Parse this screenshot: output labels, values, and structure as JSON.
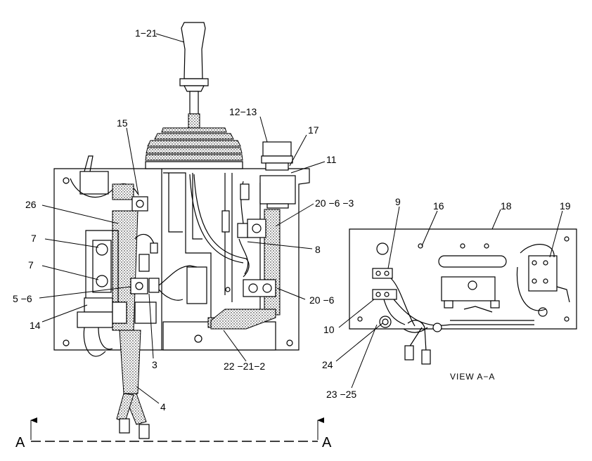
{
  "callouts": {
    "c_1_21": "1−21",
    "c_15": "15",
    "c_12_13": "12−13",
    "c_17": "17",
    "c_11": "11",
    "c_26": "26",
    "c_20_6_3": "20 −6 −3",
    "c_7a": "7",
    "c_7b": "7",
    "c_8": "8",
    "c_5_6": "5 −6",
    "c_14": "14",
    "c_20_6": "20 −6",
    "c_3": "3",
    "c_22_21_2": "22 −21−2",
    "c_4": "4",
    "c_9": "9",
    "c_16": "16",
    "c_18": "18",
    "c_19": "19",
    "c_10": "10",
    "c_24": "24",
    "c_23_25": "23 −25"
  },
  "view_label": "VIEW  A−A",
  "section": {
    "left": "A",
    "right": "A"
  }
}
